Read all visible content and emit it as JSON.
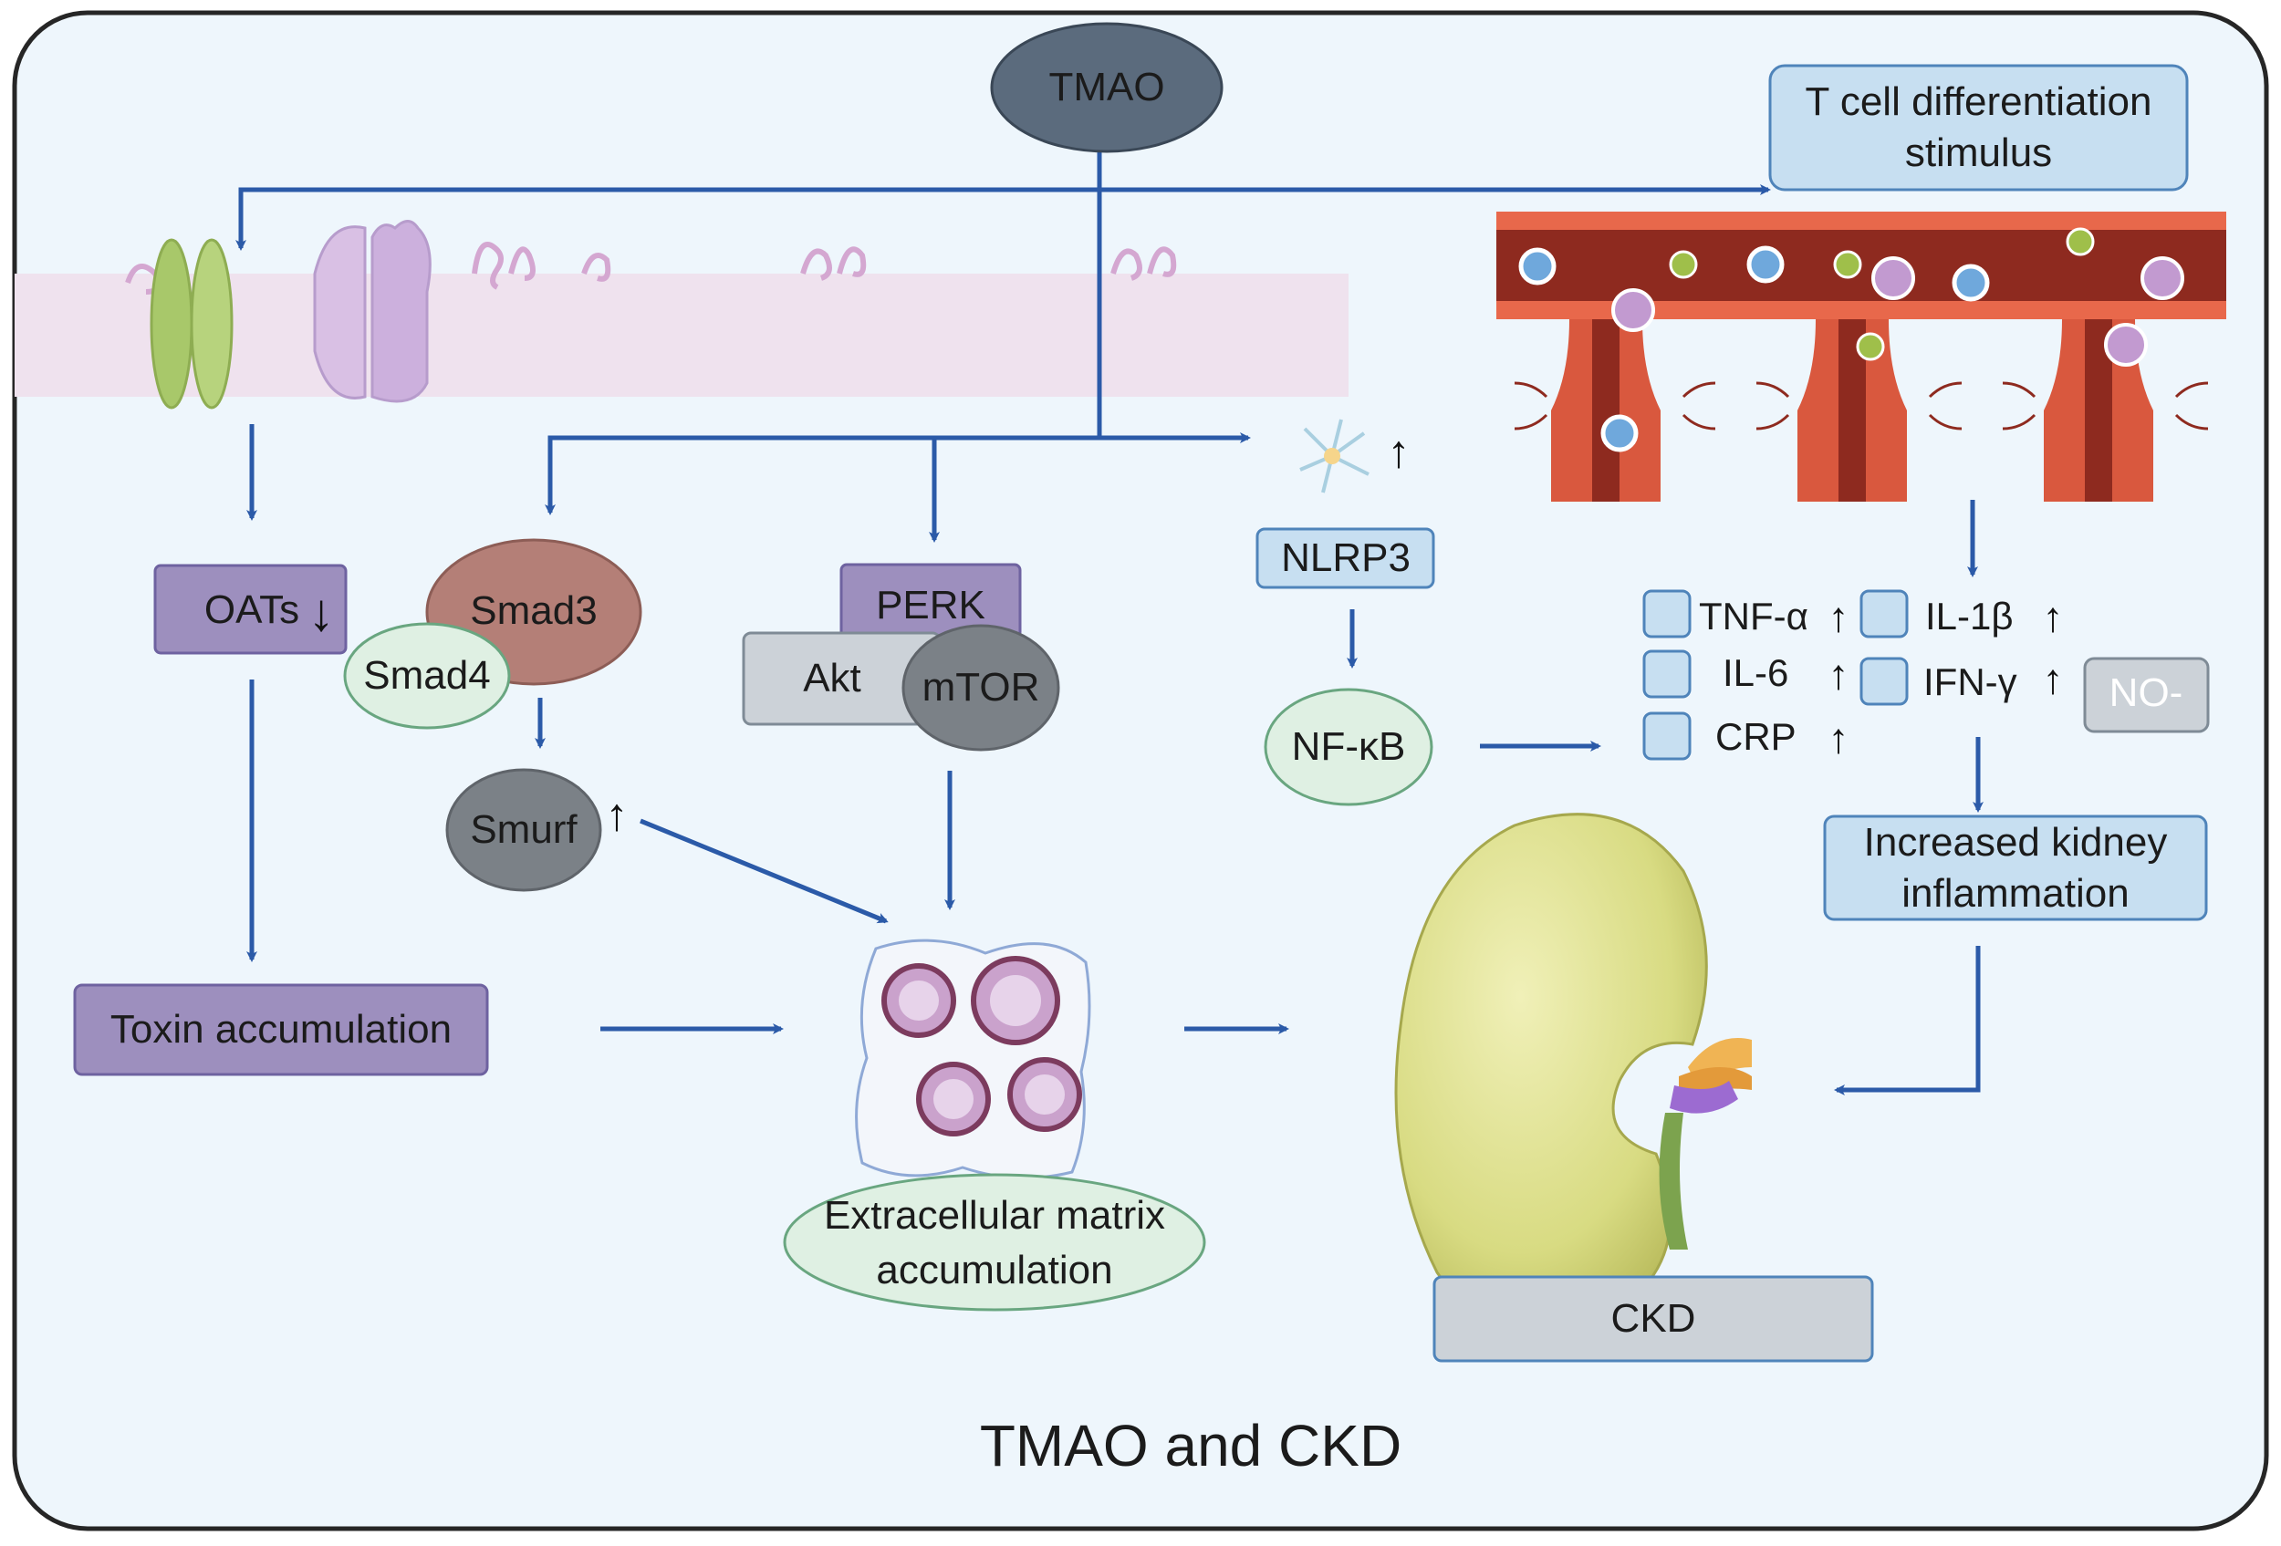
{
  "title": "TMAO and CKD",
  "colors": {
    "panel_bg": "#eef6fc",
    "panel_border": "#262626",
    "arrow": "#2b5aa8",
    "purple_box": "#9d8fbe",
    "blue_box": "#c7dff1",
    "blue_box_border": "#4f84ba",
    "green_oval": "#dff0e3",
    "gray_box": "#ccd2d8",
    "dark_oval": "#5b6b7d",
    "smad3": "#b47f77",
    "smurf": "#7b8187",
    "vessel": "#d9583e",
    "vessel_dark": "#8e2a1f",
    "kidney": "#dfe08a"
  },
  "nodes": {
    "tmao": "TMAO",
    "t_cell": "T cell differentiation stimulus",
    "oats": "OATs",
    "smad3": "Smad3",
    "smad4": "Smad4",
    "smurf": "Smurf",
    "perk": "PERK",
    "akt": "Akt",
    "mtor": "mTOR",
    "nlrp3": "NLRP3",
    "nfkb": "NF-κB",
    "toxin": "Toxin accumulation",
    "ecm": "Extracellular matrix accumulation",
    "increased": "Increased kidney inflammation",
    "ckd": "CKD",
    "no": "NO-"
  },
  "cytokines": [
    {
      "label": "TNF-α",
      "arrow": "↑"
    },
    {
      "label": "IL-1β",
      "arrow": "↑"
    },
    {
      "label": "IL-6",
      "arrow": "↑"
    },
    {
      "label": "IFN-γ",
      "arrow": "↑"
    },
    {
      "label": "CRP",
      "arrow": "↑"
    }
  ],
  "indicators": {
    "oats": "↓",
    "smurf": "↑",
    "nlrp3_icon": "↑"
  },
  "icons": {
    "membrane": "cell-membrane-icon",
    "vessel": "blood-vessel-icon",
    "inflammasome": "inflammasome-icon",
    "tissue": "fibrotic-tissue-icon",
    "kidney": "kidney-icon"
  }
}
